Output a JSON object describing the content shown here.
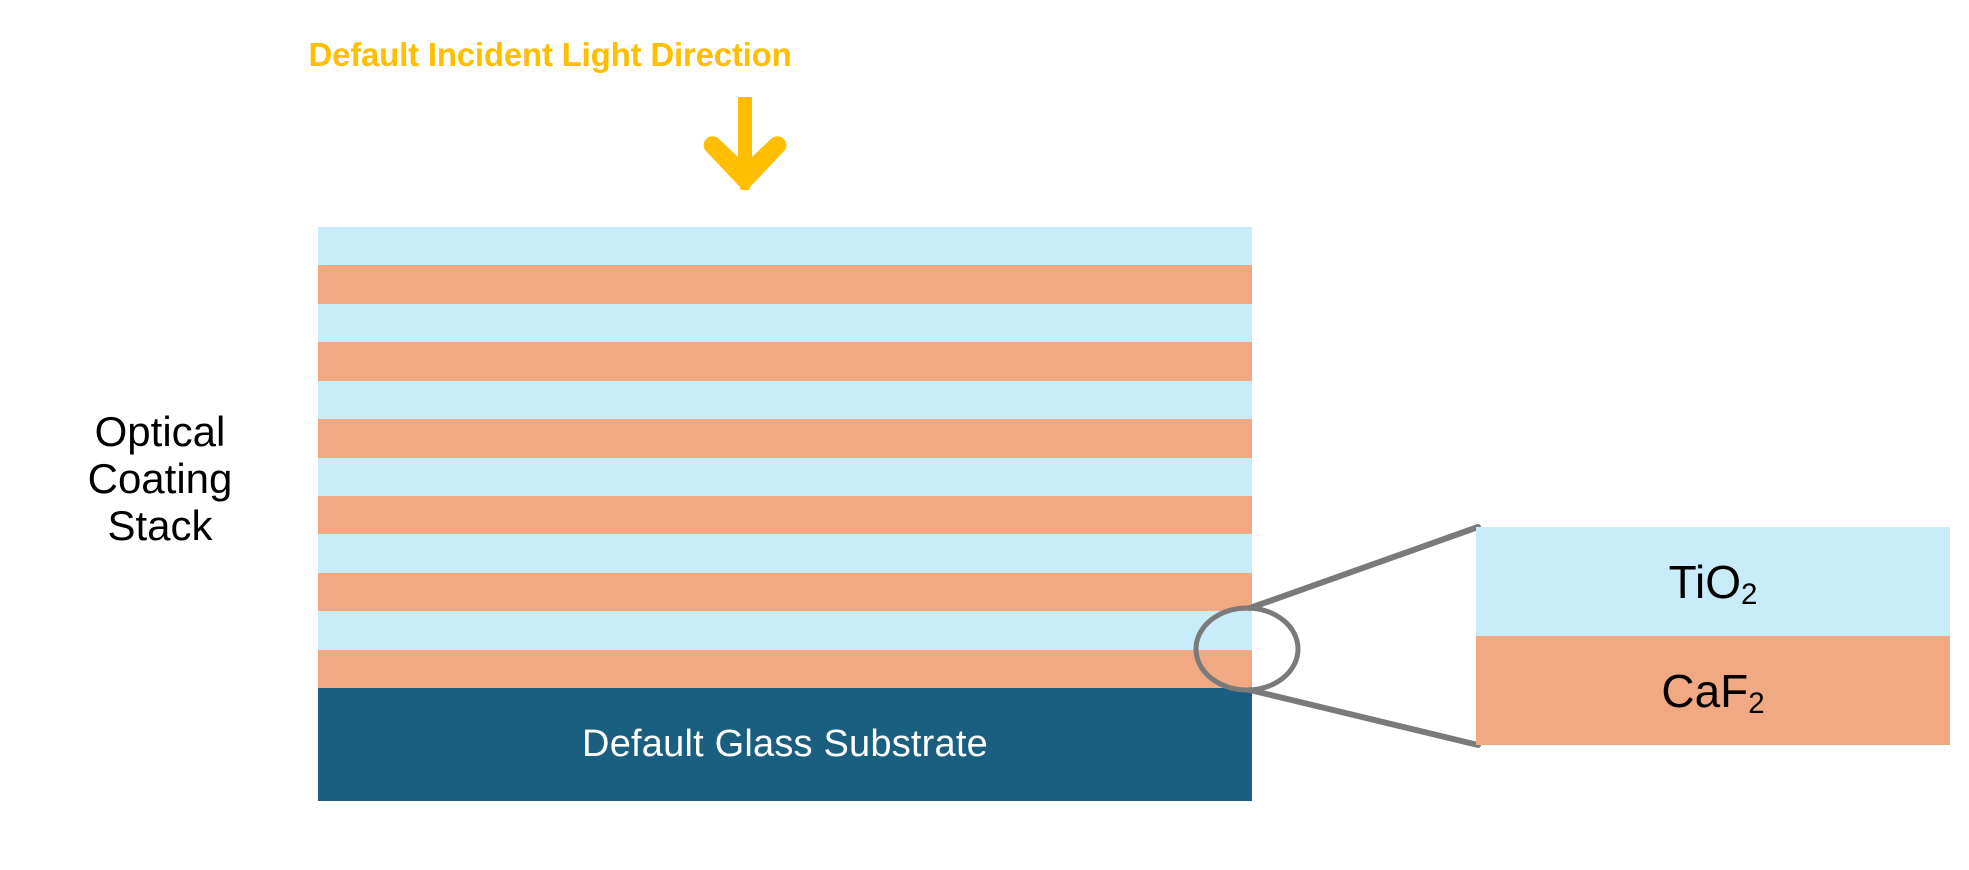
{
  "diagram": {
    "light_direction": {
      "label": "Default Incident Light Direction",
      "color": "#FFBE00",
      "arrow": "down-arrow-icon"
    },
    "stack_label": {
      "line1": "Optical",
      "line2": "Coating",
      "line3": "Stack"
    },
    "substrate": {
      "label": "Default Glass Substrate",
      "color": "#1A5E80",
      "text_color": "#FFFFFF"
    },
    "coating": {
      "high_index_color": "#C9ECFB",
      "low_index_color": "#F0A983",
      "layers": [
        {
          "material": "TiO2",
          "color": "#C9ECFB"
        },
        {
          "material": "CaF2",
          "color": "#F0A983"
        },
        {
          "material": "TiO2",
          "color": "#C9ECFB"
        },
        {
          "material": "CaF2",
          "color": "#F0A983"
        },
        {
          "material": "TiO2",
          "color": "#C9ECFB"
        },
        {
          "material": "CaF2",
          "color": "#F0A983"
        },
        {
          "material": "TiO2",
          "color": "#C9ECFB"
        },
        {
          "material": "CaF2",
          "color": "#F0A983"
        },
        {
          "material": "TiO2",
          "color": "#C9ECFB"
        },
        {
          "material": "CaF2",
          "color": "#F0A983"
        },
        {
          "material": "TiO2",
          "color": "#C9ECFB"
        },
        {
          "material": "CaF2",
          "color": "#F0A983"
        }
      ]
    },
    "callout": {
      "line_color": "#7A7A7A",
      "detail": {
        "top": {
          "symbol": "TiO",
          "subscript": "2",
          "color": "#C9ECFB"
        },
        "bottom": {
          "symbol": "CaF",
          "subscript": "2",
          "color": "#F0A983"
        }
      }
    }
  }
}
